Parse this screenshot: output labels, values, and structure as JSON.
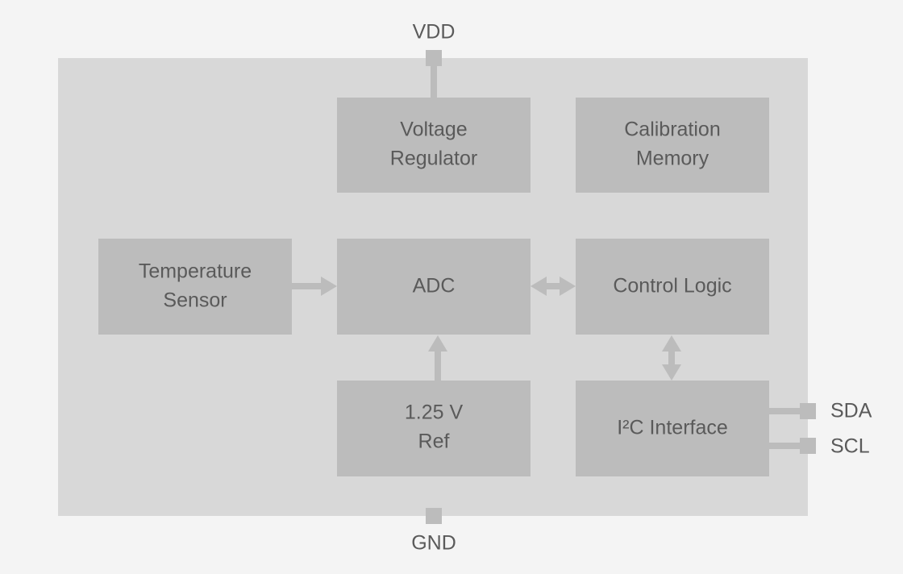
{
  "colors": {
    "background": "#f4f4f4",
    "chip_body": "#d8d8d8",
    "block_fill": "#bcbcbc",
    "text": "#5a5a5a"
  },
  "blocks": {
    "voltage_regulator": [
      "Voltage",
      "Regulator"
    ],
    "calibration_memory": [
      "Calibration",
      "Memory"
    ],
    "temperature_sensor": [
      "Temperature",
      "Sensor"
    ],
    "adc": [
      "ADC"
    ],
    "control_logic": [
      "Control Logic"
    ],
    "reference": [
      "1.25 V",
      "Ref"
    ],
    "i2c_interface": [
      "I²C Interface"
    ]
  },
  "pins": {
    "vdd": "VDD",
    "gnd": "GND",
    "sda": "SDA",
    "scl": "SCL"
  }
}
